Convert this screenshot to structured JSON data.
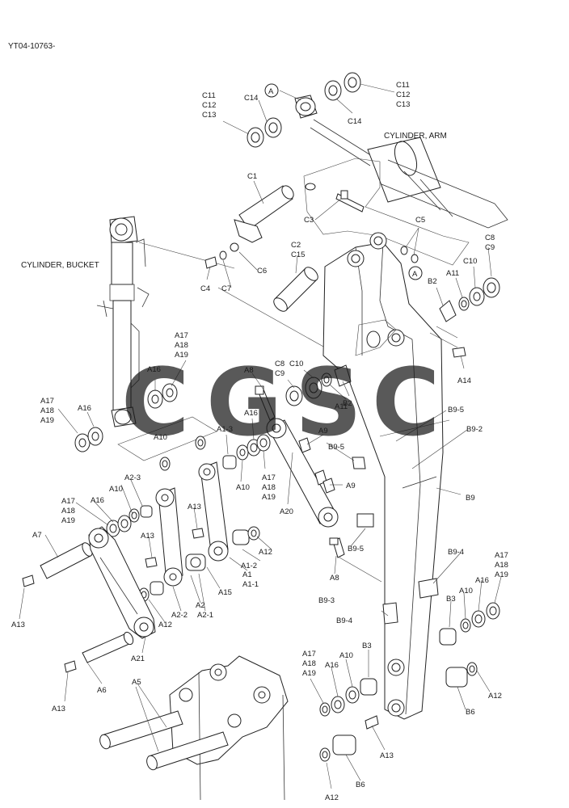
{
  "doc_id": "YT04-10763-",
  "sections": {
    "cylinder_arm": "CYLINDER, ARM",
    "cylinder_bucket": "CYLINDER, BUCKET"
  },
  "watermark": {
    "letters": [
      "C",
      "G",
      "S",
      "C"
    ],
    "colors": [
      "#4f8ef5",
      "#ef6f63",
      "#f6cf4a",
      "#53b27a"
    ]
  },
  "callouts": {
    "a_top": "A",
    "a_mid": "A"
  },
  "labels": {
    "c11_c12_c13_left": [
      "C11",
      "C12",
      "C13"
    ],
    "c14_left": "C14",
    "c14_right": "C14",
    "c11_c12_c13_right": [
      "C11",
      "C12",
      "C13"
    ],
    "c1": "C1",
    "c3": "C3",
    "c5": "C5",
    "c8_c9_right": [
      "C8",
      "C9"
    ],
    "c10_right": "C10",
    "c4": "C4",
    "c6": "C6",
    "c7": "C7",
    "c2_c15": [
      "C2",
      "C15"
    ],
    "b2_right": "B2",
    "a11_right": "A11",
    "a14": "A14",
    "a17_a18_a19_top": [
      "A17",
      "A18",
      "A19"
    ],
    "a16_top": "A16",
    "a8_top": "A8",
    "c8_c9_mid": [
      "C8",
      "C9"
    ],
    "c10_mid": "C10",
    "a11_mid": "A11",
    "b2_mid": "B2",
    "a17_a18_a19_left": [
      "A17",
      "A18",
      "A19"
    ],
    "a16_left": "A16",
    "a10_left": "A10",
    "a1_3": "A1-3",
    "a16_mid": "A16",
    "a9_top": "A9",
    "b9_5_top": "B9-5",
    "b9_2": "B9-2",
    "b9_5_mid": "B9-5",
    "a10_mid": "A10",
    "a17_a18_a19_mid": [
      "A17",
      "A18",
      "A19"
    ],
    "a9_mid": "A9",
    "a20": "A20",
    "b9": "B9",
    "a2_3": "A2-3",
    "a17_a18_a19_link": [
      "A17",
      "A18",
      "A19"
    ],
    "a16_link": "A16",
    "a10_link": "A10",
    "a13_link": "A13",
    "a7": "A7",
    "a13_mid": "A13",
    "a12_link": "A12",
    "b9_5_low": "B9-5",
    "a1_2": "A1-2",
    "a1_a1_1": [
      "A1",
      "A1-1"
    ],
    "a8_low": "A8",
    "a15": "A15",
    "a2": "A2",
    "a2_2": "A2-2",
    "a2_1": "A2-1",
    "a12_left": "A12",
    "a13_left": "A13",
    "b9_3": "B9-3",
    "b9_4_right": "B9-4",
    "b9_4_low": "B9-4",
    "a17_a18_a19_right": [
      "A17",
      "A18",
      "A19"
    ],
    "a16_right": "A16",
    "a10_right": "A10",
    "b3_right": "B3",
    "a21": "A21",
    "a6": "A6",
    "a13_low": "A13",
    "a5": "A5",
    "a17_a18_a19_bottom": [
      "A17",
      "A18",
      "A19"
    ],
    "a16_bottom": "A16",
    "a10_bottom": "A10",
    "b3_bottom": "B3",
    "a12_right": "A12",
    "b6_right": "B6",
    "a13_bottom": "A13",
    "b6_bottom": "B6",
    "a12_bottom": "A12"
  }
}
